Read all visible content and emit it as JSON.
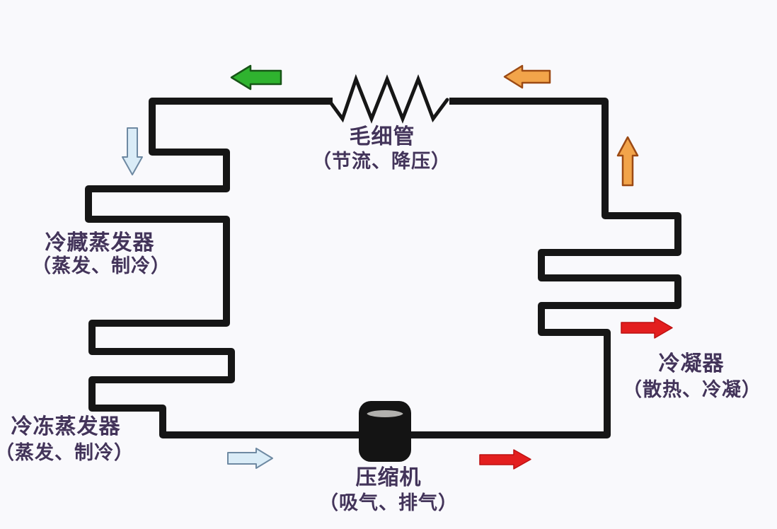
{
  "diagram": {
    "type": "refrigeration-cycle",
    "labels": {
      "capillary": {
        "name": "毛细管",
        "detail": "（节流、降压）"
      },
      "fridge_evaporator": {
        "name": "冷藏蒸发器",
        "detail": "（蒸发、制冷）"
      },
      "freezer_evaporator": {
        "name": "冷冻蒸发器",
        "detail": "（蒸发、制冷）"
      },
      "condenser": {
        "name": "冷凝器",
        "detail": "（散热、冷凝）"
      },
      "compressor": {
        "name": "压缩机",
        "detail": "（吸气、排气）"
      }
    },
    "arrows": [
      {
        "id": "green-left",
        "direction": "left",
        "color": "#2fb32f"
      },
      {
        "id": "orange-left",
        "direction": "left",
        "color": "#f2a44a"
      },
      {
        "id": "lightblue-down",
        "direction": "down",
        "color": "#daecf7"
      },
      {
        "id": "orange-up",
        "direction": "up",
        "color": "#f2a44a"
      },
      {
        "id": "red-right-condenser",
        "direction": "right",
        "color": "#e31f1f"
      },
      {
        "id": "lightblue-right",
        "direction": "right",
        "color": "#daecf7"
      },
      {
        "id": "red-right-bottom",
        "direction": "right",
        "color": "#e31f1f"
      }
    ],
    "colors": {
      "background": "#f9f9fc",
      "pipe": "#161616",
      "label_text": "#43345a",
      "green_arrow": "#2fb32f",
      "green_arrow_outline": "#175517",
      "orange_arrow": "#f2a44a",
      "orange_arrow_outline": "#9c4a14",
      "red_arrow": "#e31f1f",
      "red_arrow_outline": "#bd1111",
      "lightblue_arrow": "#daecf7",
      "lightblue_arrow_outline": "#6e89a2",
      "compressor_body": "#141414",
      "compressor_cap": "#b2b1ae"
    }
  }
}
